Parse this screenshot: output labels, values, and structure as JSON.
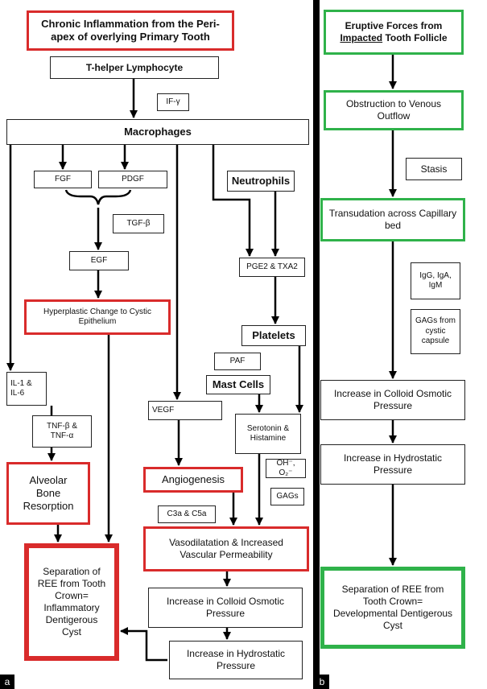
{
  "panel_a": {
    "label": "a",
    "chronic": "Chronic Inflammation from the Peri-apex of overlying Primary Tooth",
    "th": "T-helper Lymphocyte",
    "ifg": "IF-γ",
    "macrophages": "Macrophages",
    "fgf": "FGF",
    "pdgf": "PDGF",
    "neutrophils": "Neutrophils",
    "tgfb": "TGF-β",
    "egf": "EGF",
    "pge2": "PGE2 & TXA2",
    "hyperplastic": "Hyperplastic Change to Cystic Epithelium",
    "platelets": "Platelets",
    "paf": "PAF",
    "mast": "Mast Cells",
    "il": "IL-1 &\nIL-6",
    "vegf": "VEGF",
    "serotonin": "Serotonin &\nHistamine",
    "tnf": "TNF-β &\nTNF-α",
    "oh": "OH⁻, O₂⁻",
    "alveolar": "Alveolar\nBone\nResorption",
    "angiogenesis": "Angiogenesis",
    "gags": "GAGs",
    "c3a": "C3a & C5a",
    "separation": "Separation of\nREE from Tooth\nCrown=\nInflammatory\nDentigerous\nCyst",
    "vasodilatation": "Vasodilatation & Increased\nVascular Permeability",
    "colloid": "Increase in Colloid Osmotic\nPressure",
    "hydrostatic": "Increase in Hydrostatic\nPressure"
  },
  "panel_b": {
    "label": "b",
    "eruptive_1": "Eruptive Forces from",
    "eruptive_impacted": "Impacted",
    "eruptive_2": " Tooth Follicle",
    "obstruction": "Obstruction to Venous\nOutflow",
    "stasis": "Stasis",
    "transudation": "Transudation across Capillary\nbed",
    "ig": "IgG, IgA,\nIgM",
    "gags_capsule": "GAGs from\ncystic\ncapsule",
    "colloid": "Increase in Colloid Osmotic\nPressure",
    "hydrostatic": "Increase in Hydrostatic\nPressure",
    "separation": "Separation of REE from\nTooth Crown=\nDevelopmental Dentigerous\nCyst"
  },
  "colors": {
    "red": "#d92b2b",
    "green": "#2fb24a",
    "black": "#000000"
  }
}
